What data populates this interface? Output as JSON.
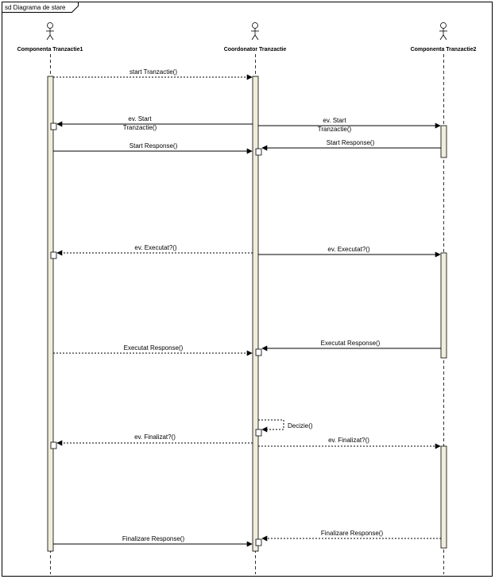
{
  "frame": {
    "title": "sd Diagrama de stare"
  },
  "actors": [
    {
      "id": "a1",
      "name": "Componenta Tranzactie1"
    },
    {
      "id": "a2",
      "name": "Coordonator Tranzactie"
    },
    {
      "id": "a3",
      "name": "Componenta Tranzactie2"
    }
  ],
  "messages": [
    {
      "id": "m1",
      "from": "a1",
      "to": "a2",
      "label": "start Tranzactie()",
      "style": "dotted"
    },
    {
      "id": "m2",
      "from": "a2",
      "to": "a1",
      "label_lines": [
        "ev. Start",
        "Tranzactie()"
      ],
      "style": "solid"
    },
    {
      "id": "m3",
      "from": "a2",
      "to": "a3",
      "label_lines": [
        "ev. Start",
        "Tranzactie()"
      ],
      "style": "solid"
    },
    {
      "id": "m4",
      "from": "a1",
      "to": "a2",
      "label": "Start Response()",
      "style": "solid"
    },
    {
      "id": "m5",
      "from": "a3",
      "to": "a2",
      "label": "Start Response()",
      "style": "solid"
    },
    {
      "id": "m6",
      "from": "a2",
      "to": "a1",
      "label": "ev. Executat?()",
      "style": "dotted"
    },
    {
      "id": "m7",
      "from": "a2",
      "to": "a3",
      "label": "ev. Executat?()",
      "style": "solid"
    },
    {
      "id": "m8",
      "from": "a1",
      "to": "a2",
      "label": "Executat Response()",
      "style": "dotted"
    },
    {
      "id": "m9",
      "from": "a3",
      "to": "a2",
      "label": "Executat Response()",
      "style": "solid"
    },
    {
      "id": "m10",
      "from": "a2",
      "to": "a2",
      "label": "Decizie()",
      "style": "dotted"
    },
    {
      "id": "m11",
      "from": "a2",
      "to": "a1",
      "label": "ev. Finalizat?()",
      "style": "dotted"
    },
    {
      "id": "m12",
      "from": "a2",
      "to": "a3",
      "label": "ev. Finalizat?()",
      "style": "dotted"
    },
    {
      "id": "m13",
      "from": "a1",
      "to": "a2",
      "label": "Finalizare Response()",
      "style": "solid"
    },
    {
      "id": "m14",
      "from": "a3",
      "to": "a2",
      "label": "Finalizare Response()",
      "style": "dotted"
    }
  ]
}
